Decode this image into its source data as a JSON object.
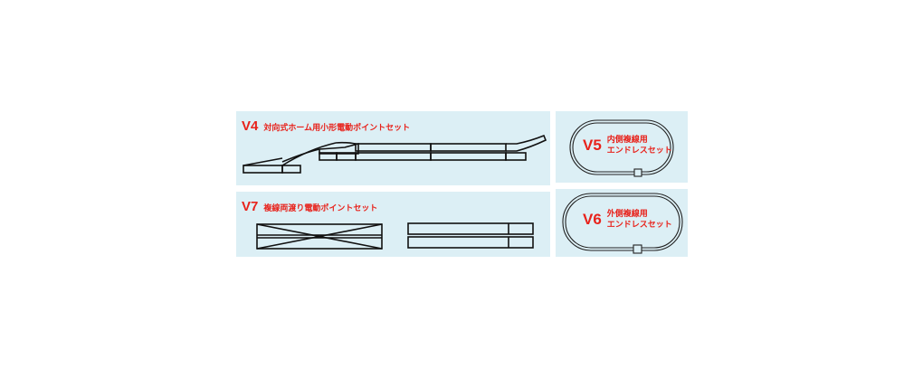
{
  "colors": {
    "panel_bg": "#dceff5",
    "title_red": "#e8221b",
    "track": "#111111"
  },
  "sets": [
    {
      "code": "V4",
      "name": "対向式ホーム用小形電動ポイントセット"
    },
    {
      "code": "V7",
      "name": "複線両渡り電動ポイントセット"
    },
    {
      "code": "V5",
      "name_line1": "内側複線用",
      "name_line2": "エンドレスセット"
    },
    {
      "code": "V6",
      "name_line1": "外側複線用",
      "name_line2": "エンドレスセット"
    }
  ]
}
